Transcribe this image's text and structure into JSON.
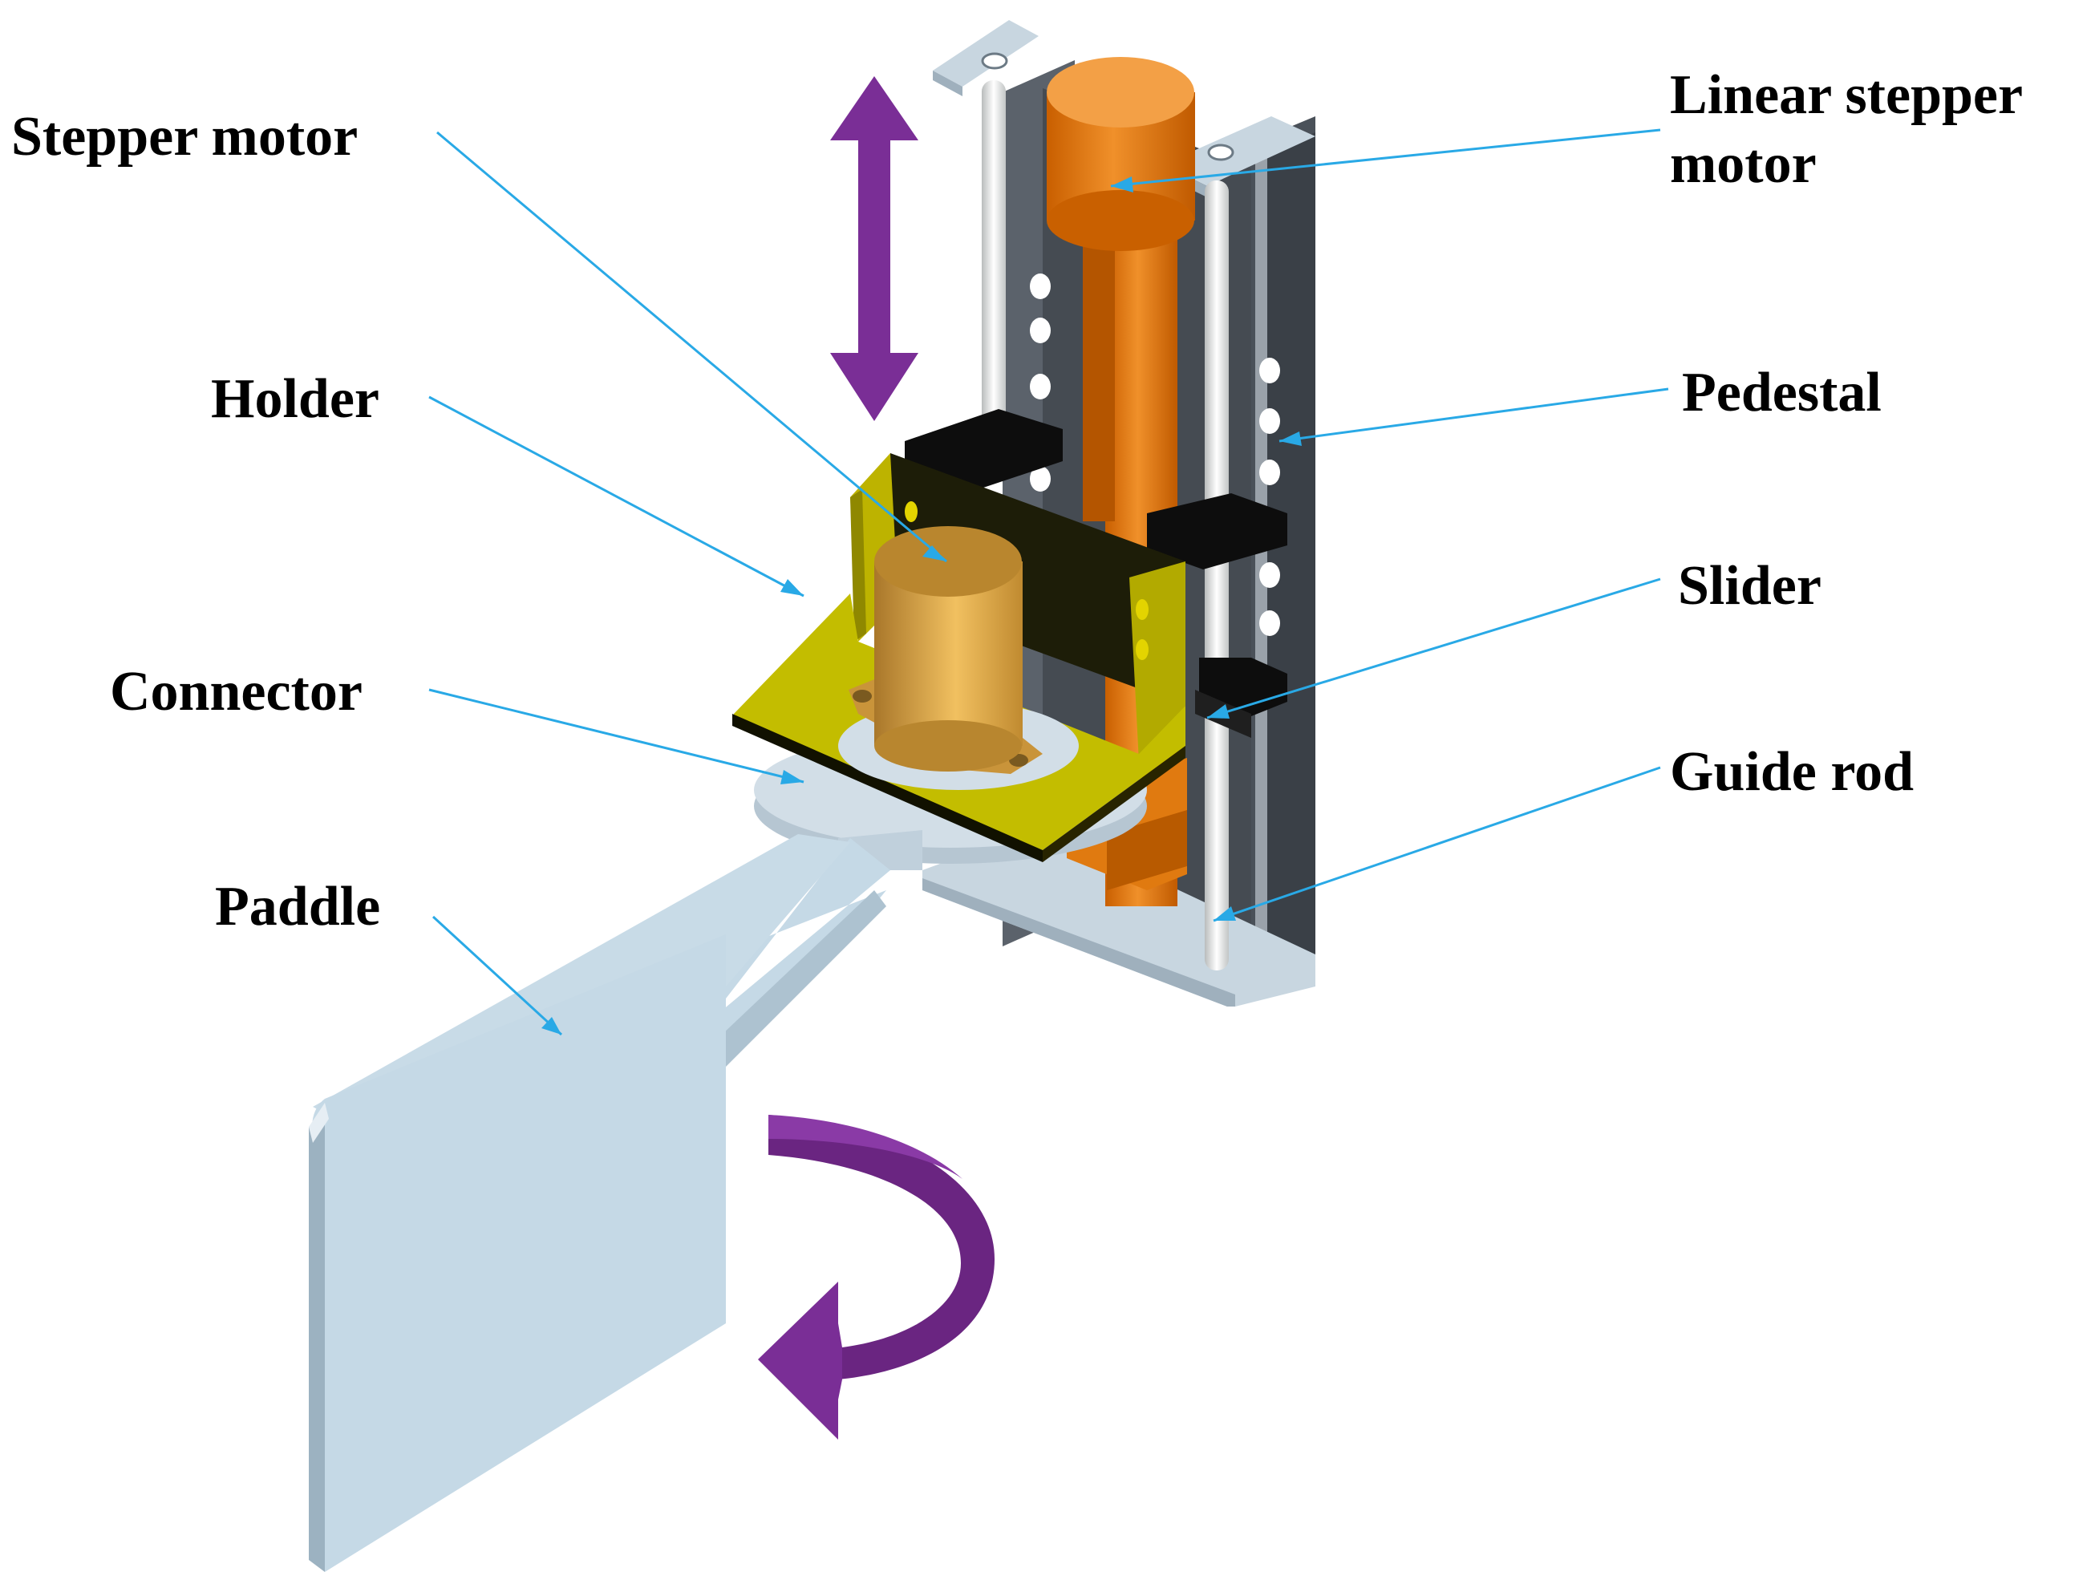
{
  "labels": {
    "stepper_motor": "Stepper motor",
    "linear_stepper_motor_line1": "Linear stepper",
    "linear_stepper_motor_line2": "motor",
    "holder": "Holder",
    "pedestal": "Pedestal",
    "slider": "Slider",
    "connector": "Connector",
    "guide_rod": "Guide rod",
    "paddle": "Paddle"
  },
  "colors": {
    "callout_line": "#29a9e6",
    "motion_arrow": "#7a2e96",
    "paddle": "#c5d9e6",
    "pedestal_side": "#48505a",
    "guide_rod": "#eef0f0",
    "linear_motor": "#e07a10",
    "holder": "#b8b400",
    "stepper_motor": "#d6a040",
    "slider_block": "#0c0c0c",
    "connector": "#c8d6e0"
  }
}
